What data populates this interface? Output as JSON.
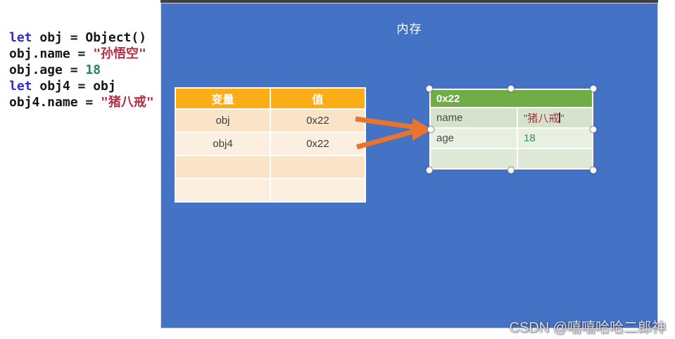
{
  "slide": {
    "title": "内存"
  },
  "code": {
    "lines": [
      {
        "kw": "let",
        "rest": " obj = Object()"
      },
      {
        "pre": "obj.name = ",
        "str": "\"孙悟空\""
      },
      {
        "pre": "obj.age = ",
        "num": "18"
      },
      {
        "kw": "let",
        "rest": " obj4 = obj"
      },
      {
        "pre": "obj4.name = ",
        "str": "\"猪八戒\""
      }
    ]
  },
  "variables_table": {
    "headers": [
      "变量",
      "值"
    ],
    "rows": [
      {
        "name": "obj",
        "value": "0x22"
      },
      {
        "name": "obj4",
        "value": "0x22"
      },
      {
        "name": "",
        "value": ""
      },
      {
        "name": "",
        "value": ""
      }
    ]
  },
  "object_box": {
    "address": "0x22",
    "rows": [
      {
        "key": "name",
        "value_open": "\"猪八戒",
        "value_close": "\""
      },
      {
        "key": "age",
        "value": "18"
      },
      {
        "key": "",
        "value": ""
      }
    ]
  },
  "watermark": "CSDN @嘻嘻哈哈二郎神",
  "colors": {
    "panel_blue": "#4472C4",
    "top_bar_gray": "#3F3F41",
    "table_header_amber": "#FBAD18",
    "table_row_peach_dark": "#FAE3C6",
    "table_row_peach_light": "#FCEFE0",
    "object_header_green": "#70AD47",
    "object_row_green_dark": "#D5E3CC",
    "object_row_green_light": "#E8F1E1",
    "arrow_orange": "#E7752F",
    "code_keyword_blue": "#2E2ECB",
    "code_string_red": "#B23044",
    "code_number_green": "#23875A"
  }
}
